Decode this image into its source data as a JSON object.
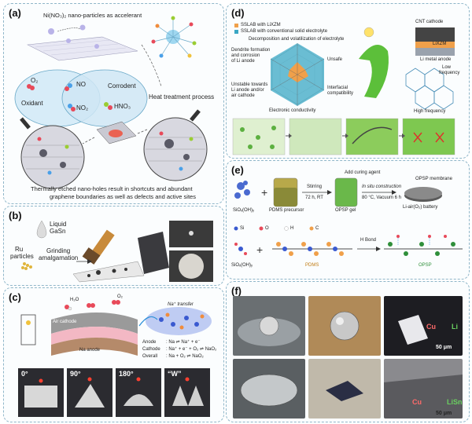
{
  "panels": {
    "a": {
      "label": "(a)",
      "accelerant": "Ni(NO₃)₂ nano-particles as accelerant",
      "species": {
        "o2": "O₂",
        "no": "NO",
        "no2": "NO₂",
        "hno3": "HNO₃"
      },
      "oxidant": "Oxidant",
      "corrodent": "Corrodent",
      "process": "Heat treatment process",
      "caption_line1": "Thermally etched nano-holes result in shortcuts and abundant",
      "caption_line2": "graphene boundaries as well as defects and active sites"
    },
    "b": {
      "label": "(b)",
      "liquid1": "Liquid",
      "liquid2": "GaSn",
      "ru1": "Ru",
      "ru2": "particles",
      "grinding": "Grinding",
      "amalgamation": "amalgamation"
    },
    "c": {
      "label": "(c)",
      "h2o": "H₂O",
      "o2": "O₂",
      "air_cathode": "Air cathode",
      "na_anode": "Na anode",
      "na_transfer": "Na⁺ transfer",
      "eq_anode_label": "Anode",
      "eq_anode": ": Na ⇌ Na⁺ + e⁻",
      "eq_cathode_label": "Cathode",
      "eq_cathode": ": Na⁺ + e⁻ + O₂ ⇌ NaO₂",
      "eq_overall_label": "Overall",
      "eq_overall": ": Na + O₂ ⇌ NaO₂",
      "bend_angles": [
        "0°",
        "90°",
        "180°",
        "“W”"
      ]
    },
    "d": {
      "label": "(d)",
      "legend1": "SSLAB with LiXZM",
      "legend2": "SSLAB with conventional solid electrolyte",
      "radar_top": "Decomposition and volatilization of electrolyte",
      "radar_dendrite1": "Dendrite formation",
      "radar_dendrite2": "and corrosion",
      "radar_dendrite3": "of Li anode",
      "radar_unsafe": "Unsafe",
      "radar_unstable1": "Unstable towards",
      "radar_unstable2": "Li anode and/or",
      "radar_unstable3": "air cathode",
      "radar_interfacial1": "Interfacial",
      "radar_interfacial2": "compatibility",
      "radar_electronic": "Electronic conductivity",
      "cnt": "CNT cathode",
      "lixzm": "LiXZM",
      "li_anode": "Li metal anode",
      "low1": "Low",
      "low2": "frequency",
      "high": "High frequency"
    },
    "e": {
      "label": "(e)",
      "sio": "SiOₓ(OH)ᵧ",
      "pdms_pre": "PDMS  precursor",
      "stirring": "Stirring",
      "stir_cond": "72 h, RT",
      "curing": "Add curing agent",
      "opsp_gel": "OPSP gel",
      "insitu": "In situ construction",
      "insitu_cond": "80 °C,  Vacuum 6 h",
      "membrane": "OPSP membrane",
      "battery": "Li-air(O₂) battery",
      "legend_si": "Si",
      "legend_o": "O",
      "legend_h": "H",
      "legend_c": "C",
      "sio2": "SiOₓ(OH)ᵧ",
      "pdms": "PDMS",
      "hbond": "H Bond",
      "opsp": "OPSP"
    },
    "f": {
      "label": "(f)",
      "cu": "Cu",
      "li": "Li",
      "scale1": "50 μm",
      "cu2": "Cu",
      "lisn": "LiSn",
      "scale2": "50 μm"
    }
  },
  "colors": {
    "border": "#8fb6c9",
    "radar_blue": "#3aa7c4",
    "radar_orange": "#f0a04a",
    "green_cell": "#7ec850",
    "pdms_orange": "#e9a23b",
    "opsp_green": "#2f8f3a"
  }
}
